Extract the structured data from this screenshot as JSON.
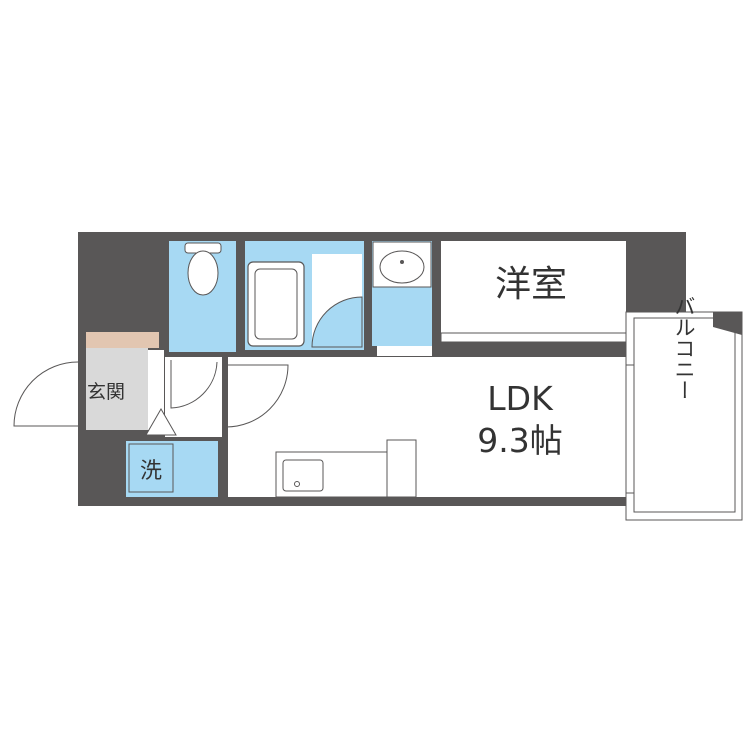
{
  "rooms": {
    "western_room": "洋室",
    "ldk_name": "LDK",
    "ldk_size": "9.3帖",
    "entrance": "玄関",
    "laundry": "洗",
    "balcony": "バルコニー"
  },
  "colors": {
    "wall": "#595757",
    "wet_area": "#a7d9f3",
    "floor": "#ffffff",
    "entrance_floor": "#d9d9d9",
    "shoe_shelf": "#e2c6b1",
    "text": "#333333"
  }
}
